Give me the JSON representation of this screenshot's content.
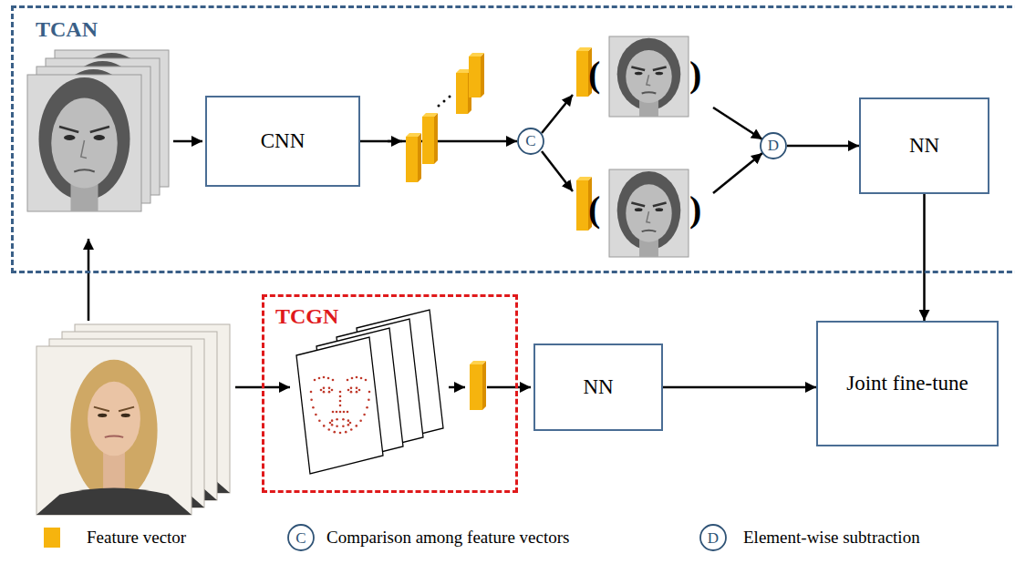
{
  "diagram": {
    "nodes": [
      {
        "text": [
          "TCAN"
        ]
      },
      {
        "text": [
          "CNN"
        ],
        "in": 0
      },
      {
        "text": [
          "C"
        ],
        "in": 0
      },
      {
        "text": [
          "D"
        ],
        "in": 0
      },
      {
        "text": [
          "NN"
        ],
        "in": 0
      },
      {
        "text": [
          "TCGN"
        ]
      },
      {
        "text": [
          "NN"
        ]
      },
      {
        "text": [
          "Joint fine-tune"
        ]
      }
    ],
    "edges": [
      {
        "from": 1,
        "to": 2,
        "arrow": "to"
      },
      {
        "from": 3,
        "to": 4,
        "arrow": "to"
      },
      {
        "from": 4,
        "to": 7,
        "arrow": "to"
      },
      {
        "from": 6,
        "to": 7,
        "arrow": "to"
      }
    ],
    "labels": [
      "(",
      ")",
      "(",
      ")",
      "C",
      "D"
    ],
    "legend": [
      {
        "text": "Feature vector",
        "color": "#f6b40e"
      },
      {
        "text": "Comparison among feature vectors"
      },
      {
        "text": "Element-wise subtraction"
      }
    ]
  }
}
